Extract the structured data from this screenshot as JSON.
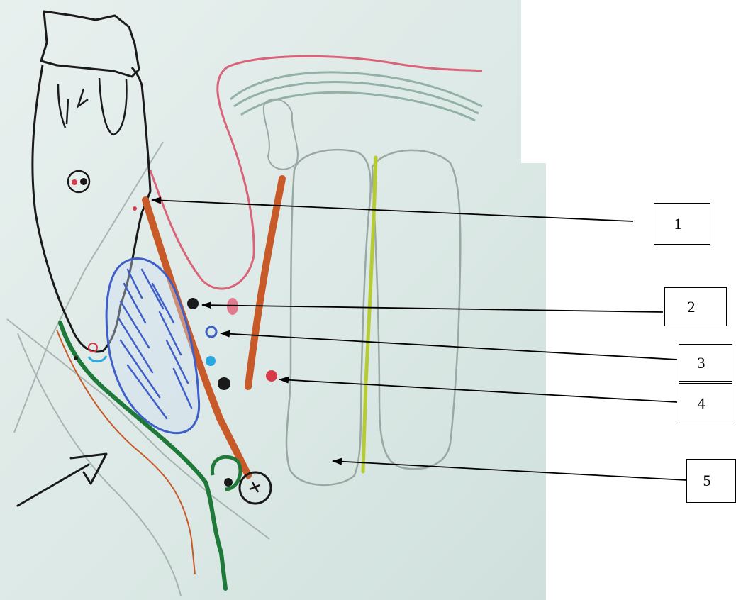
{
  "labels": [
    {
      "id": "1",
      "text": "1"
    },
    {
      "id": "2",
      "text": "2"
    },
    {
      "id": "3",
      "text": "3"
    },
    {
      "id": "4",
      "text": "4"
    },
    {
      "id": "5",
      "text": "5"
    }
  ],
  "colors": {
    "photo_background": "#dde9e6",
    "ink_black": "#1a1a1a",
    "muscle_orange": "#c85a2a",
    "mucosa_pink": "#d9647a",
    "gland_blue": "#3f5fc8",
    "nerve_green": "#1f7a3a",
    "septum_yellow": "#b7cc33",
    "vessel_cyan": "#2aa8e0",
    "vessel_red": "#d93a4a",
    "faint_gray": "#9aa8a4"
  }
}
